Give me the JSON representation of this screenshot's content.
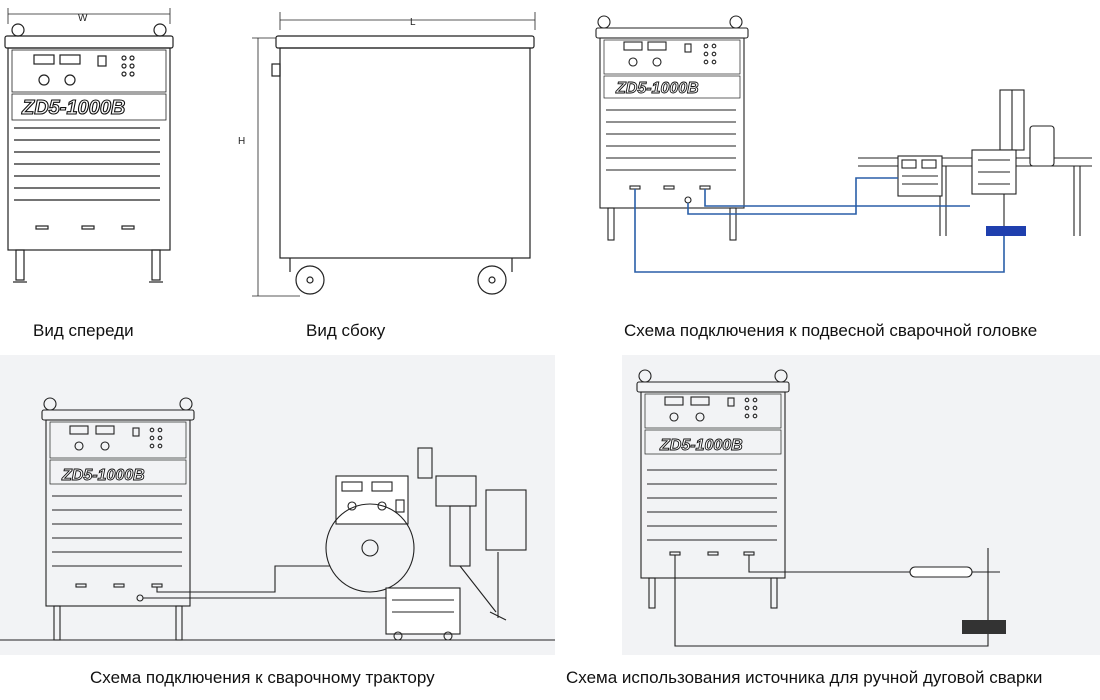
{
  "model_label": "ZD5-1000B",
  "dimensions": {
    "width": "W",
    "length": "L",
    "height": "H"
  },
  "captions": {
    "front_view": "Вид спереди",
    "side_view": "Вид сбоку",
    "hanging_head": "Схема подключения к подвесной сварочной головке",
    "tractor": "Схема подключения к сварочному трактору",
    "manual_arc": "Схема использования источника для ручной дуговой сварки"
  },
  "colors": {
    "line": "#222222",
    "cable": "#2a5fa8",
    "workpiece": "#1f3fae",
    "plate_dark": "#333333",
    "panel_bg": "#f2f3f5"
  }
}
